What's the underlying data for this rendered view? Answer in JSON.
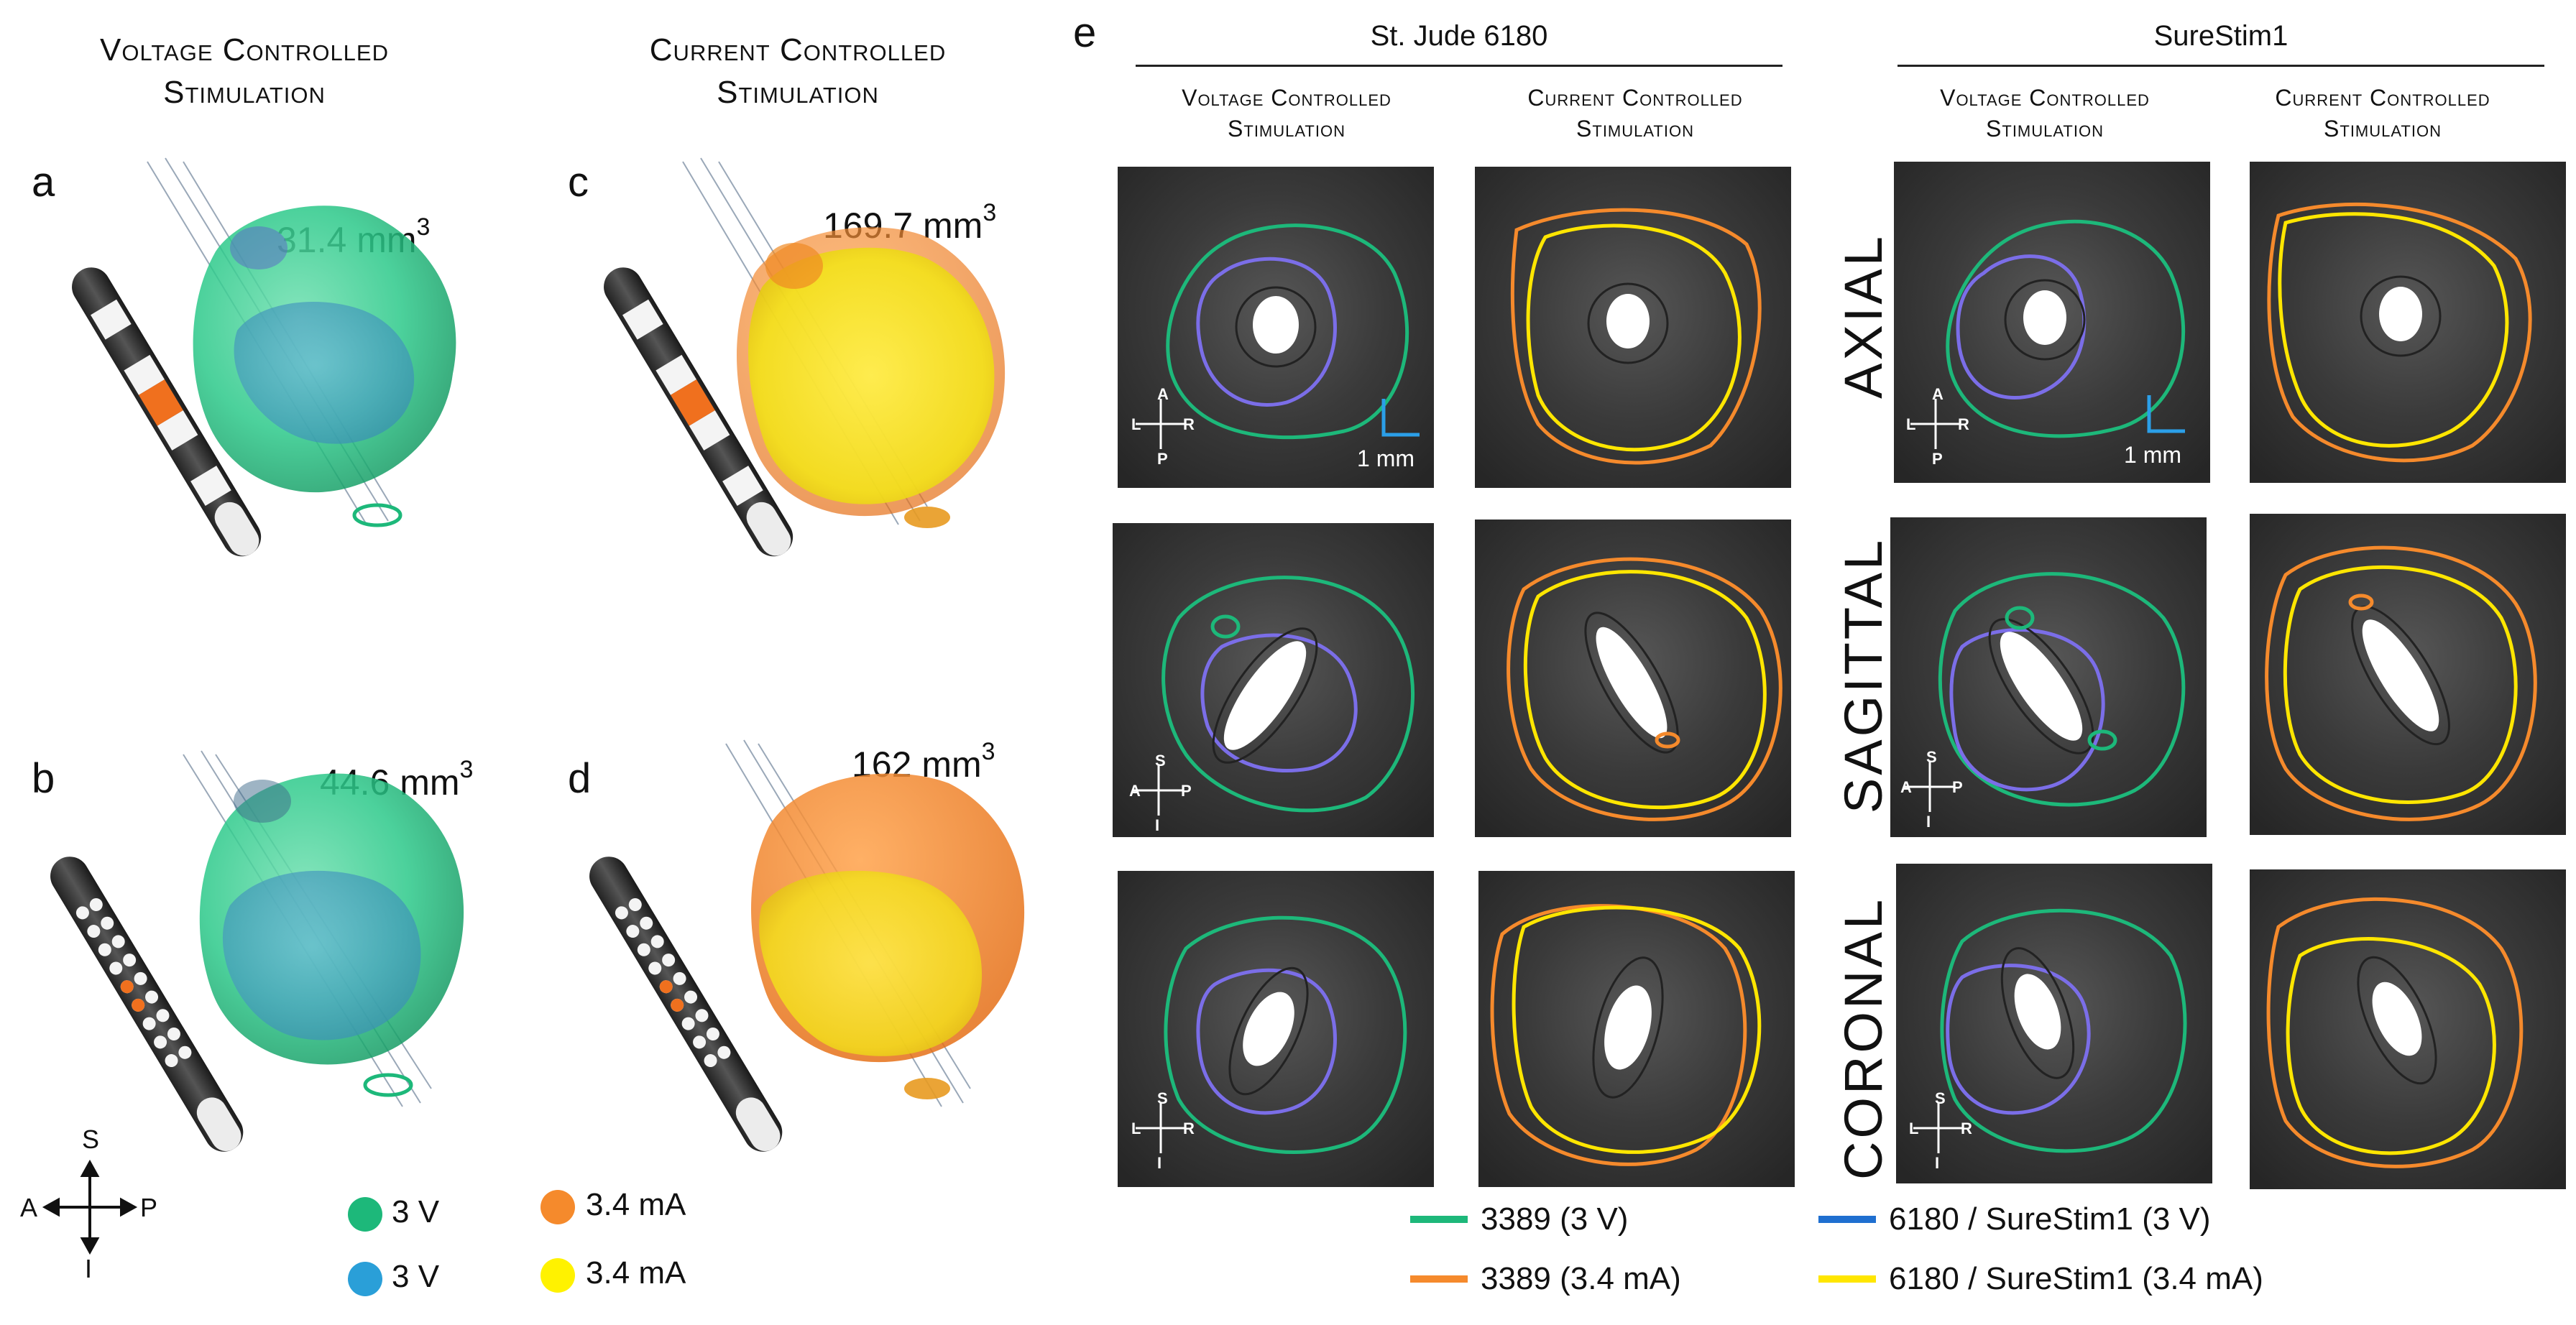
{
  "left": {
    "col_headers": {
      "voltage": [
        "Voltage Controlled",
        "Stimulation"
      ],
      "current": [
        "Current Controlled",
        "Stimulation"
      ]
    },
    "panels": [
      {
        "label": "a",
        "volume_value": "31.4 mm",
        "volume_exp": "3"
      },
      {
        "label": "b",
        "volume_value": "44.6 mm",
        "volume_exp": "3"
      },
      {
        "label": "c",
        "volume_value": "169.7 mm",
        "volume_exp": "3"
      },
      {
        "label": "d",
        "volume_value": "162 mm",
        "volume_exp": "3"
      }
    ],
    "axes": {
      "up": "S",
      "down": "I",
      "left": "A",
      "right": "P"
    },
    "legend": [
      {
        "label": "3 V",
        "color": "#1db87a"
      },
      {
        "label": "3 V",
        "color": "#2a9fd8"
      },
      {
        "label": "3.4 mA",
        "color": "#f58a2c"
      },
      {
        "label": "3.4 mA",
        "color": "#fff200"
      }
    ]
  },
  "right": {
    "panel_label": "e",
    "devices": [
      "St. Jude 6180",
      "SureStim1"
    ],
    "sub_headers": {
      "voltage": [
        "Voltage Controlled",
        "Stimulation"
      ],
      "current": [
        "Current Controlled",
        "Stimulation"
      ]
    },
    "rows": [
      "AXIAL",
      "SAGITTAL",
      "CORONAL"
    ],
    "axes": {
      "axial": {
        "up": "A",
        "down": "P",
        "left": "L",
        "right": "R"
      },
      "sagittal": {
        "up": "S",
        "down": "I",
        "left": "A",
        "right": "P"
      },
      "coronal": {
        "up": "S",
        "down": "I",
        "left": "L",
        "right": "R"
      }
    },
    "scale_bar": "1 mm",
    "legend": [
      {
        "label": "3389 (3 V)",
        "color": "#1db87a"
      },
      {
        "label": "3389 (3.4 mA)",
        "color": "#f58a2c"
      },
      {
        "label": "6180 / SureStim1 (3 V)",
        "color": "#1f6fd0"
      },
      {
        "label": "6180 / SureStim1 (3.4 mA)",
        "color": "#ffe600"
      }
    ],
    "contour_colors": {
      "green": "#1db87a",
      "violet": "#7b6ee8",
      "orange": "#f58a2c",
      "yellow": "#ffe600"
    }
  }
}
